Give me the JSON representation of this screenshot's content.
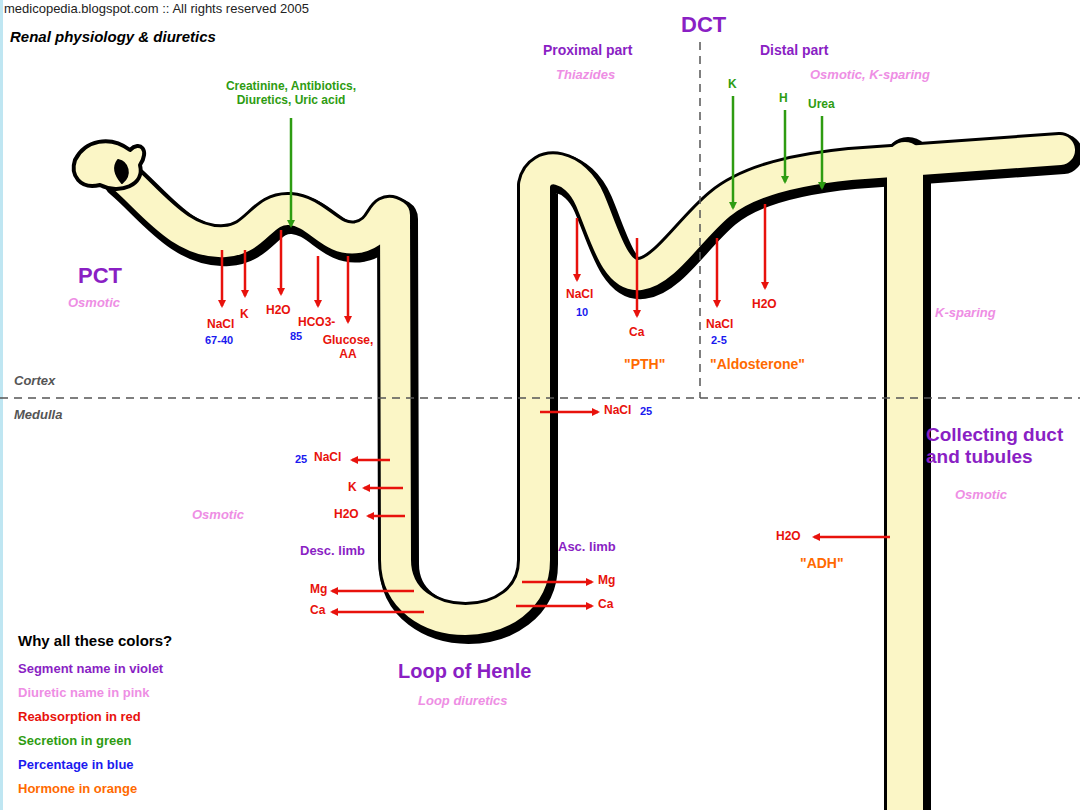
{
  "diagram": {
    "title": "Renal physiology & diuretics",
    "labels": [
      "medicopedia.blogspot.com :: All rights reserved 2005",
      "DCT",
      "Proximal part",
      "Thiazides",
      "Distal part",
      "Osmotic, K-sparing",
      "Creatinine, Antibiotics, Diuretics, Uric acid",
      "K",
      "H",
      "Urea",
      "PCT",
      "Osmotic",
      "NaCl",
      "67-40",
      "K",
      "H2O",
      "85",
      "HCO3-",
      "Glucose, AA",
      "NaCl",
      "10",
      "Ca",
      "\"PTH\"",
      "NaCl",
      "2-5",
      "H2O",
      "\"Aldosterone\"",
      "K-sparing",
      "Cortex",
      "Medulla",
      "NaCl",
      "25",
      "Collecting duct and tubules",
      "Osmotic",
      "25",
      "NaCl",
      "K",
      "H2O",
      "Osmotic",
      "Desc. limb",
      "Asc. limb",
      "H2O",
      "\"ADH\"",
      "Mg",
      "Ca",
      "Mg",
      "Ca",
      "Loop of Henle",
      "Loop diuretics",
      "Why all these colors?"
    ],
    "legend": [
      {
        "text": "Segment name in violet",
        "color": "#8a1fc4"
      },
      {
        "text": "Diuretic name in pink",
        "color": "#ee8ee4"
      },
      {
        "text": "Reabsorption in red",
        "color": "#e8120c"
      },
      {
        "text": "Secretion in green",
        "color": "#2e9c12"
      },
      {
        "text": "Percentage in blue",
        "color": "#1a1aef"
      },
      {
        "text": "Hormone in orange",
        "color": "#ff6a00"
      }
    ]
  }
}
